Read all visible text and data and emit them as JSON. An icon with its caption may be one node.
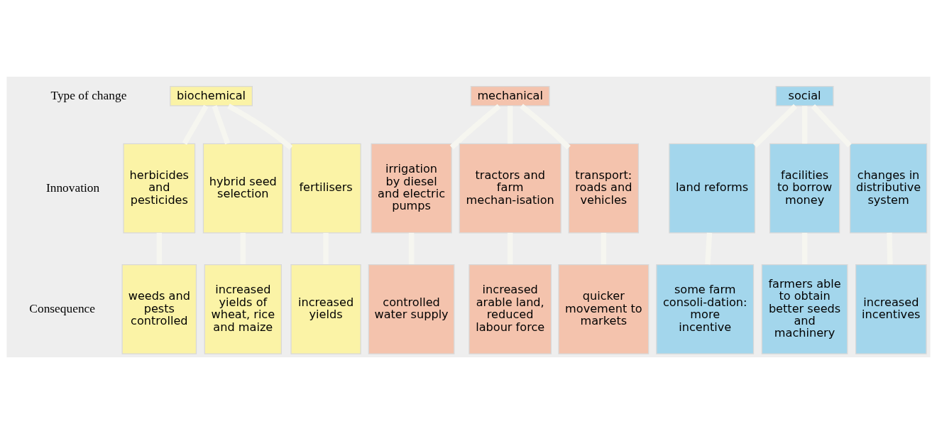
{
  "diagram": {
    "nodes": [
      {
        "text": [
          "biochemical"
        ]
      },
      {
        "text": [
          "mechanical"
        ]
      },
      {
        "text": [
          "social"
        ]
      },
      {
        "text": [
          "hybrid seed selection"
        ]
      },
      {
        "text": [
          "fertilisers"
        ]
      },
      {
        "text": [
          "herbicides and pesticides"
        ]
      },
      {
        "text": [
          "irrigation by diesel and electric pumps"
        ]
      },
      {
        "text": [
          "tractors and farm mechan-isation"
        ]
      },
      {
        "text": [
          "transport: roads and vehicles"
        ]
      },
      {
        "text": [
          "land reforms"
        ]
      },
      {
        "text": [
          "facilities to borrow money"
        ]
      },
      {
        "text": [
          "changes in distributive system"
        ]
      },
      {
        "text": [
          "increased yields of wheat, rice and maize"
        ]
      },
      {
        "text": [
          "increased yields"
        ]
      },
      {
        "text": [
          "weeds and pests controlled"
        ]
      },
      {
        "text": [
          "controlled water supply"
        ]
      },
      {
        "text": [
          "increased arable land, reduced labour force"
        ]
      },
      {
        "text": [
          "quicker movement to markets"
        ]
      },
      {
        "text": [
          "some farm consoli-dation: more incentive"
        ]
      },
      {
        "text": [
          "farmers able to obtain better seeds and machinery"
        ]
      },
      {
        "text": [
          "increased incentives"
        ]
      }
    ],
    "edges": [
      {
        "from": 0,
        "to": 3,
        "arrow": "none"
      },
      {
        "from": 0,
        "to": 4,
        "arrow": "none"
      },
      {
        "from": 0,
        "to": 5,
        "arrow": "none"
      },
      {
        "from": 1,
        "to": 6,
        "arrow": "none"
      },
      {
        "from": 1,
        "to": 7,
        "arrow": "none"
      },
      {
        "from": 1,
        "to": 8,
        "arrow": "none"
      },
      {
        "from": 2,
        "to": 9,
        "arrow": "none"
      },
      {
        "from": 2,
        "to": 10,
        "arrow": "none"
      },
      {
        "from": 2,
        "to": 11,
        "arrow": "none"
      },
      {
        "from": 3,
        "to": 12,
        "arrow": "none"
      },
      {
        "from": 4,
        "to": 13,
        "arrow": "none"
      },
      {
        "from": 5,
        "to": 14,
        "arrow": "none"
      },
      {
        "from": 6,
        "to": 15,
        "arrow": "none"
      },
      {
        "from": 7,
        "to": 16,
        "arrow": "none"
      },
      {
        "from": 8,
        "to": 17,
        "arrow": "none"
      },
      {
        "from": 9,
        "to": 18,
        "arrow": "none"
      },
      {
        "from": 10,
        "to": 19,
        "arrow": "none"
      },
      {
        "from": 11,
        "to": 20,
        "arrow": "none"
      }
    ],
    "labels": [
      "Type of change",
      "Innovation",
      "Consequence"
    ]
  }
}
